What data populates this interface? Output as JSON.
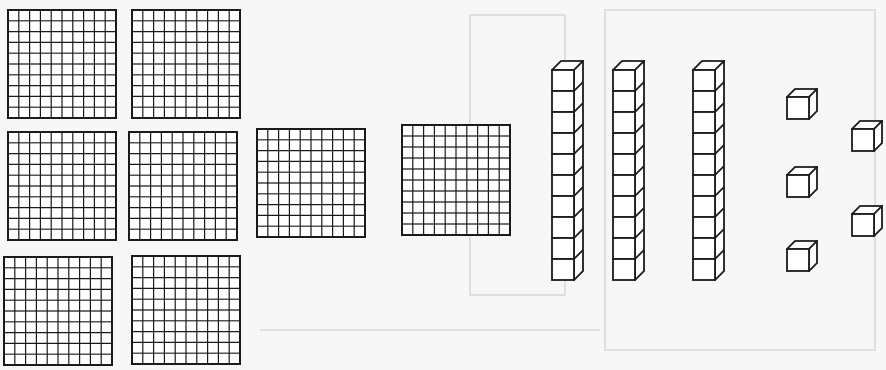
{
  "figure": {
    "kind": "base-ten blocks",
    "colors": {
      "background": "#f7f7f7",
      "line": "#1a1a1a"
    }
  },
  "blocks": {
    "hundreds_flats": 8,
    "tens_rods": 3,
    "ones_units": 5,
    "grid_cells_per_side": 10,
    "cubes_per_rod": 10
  }
}
